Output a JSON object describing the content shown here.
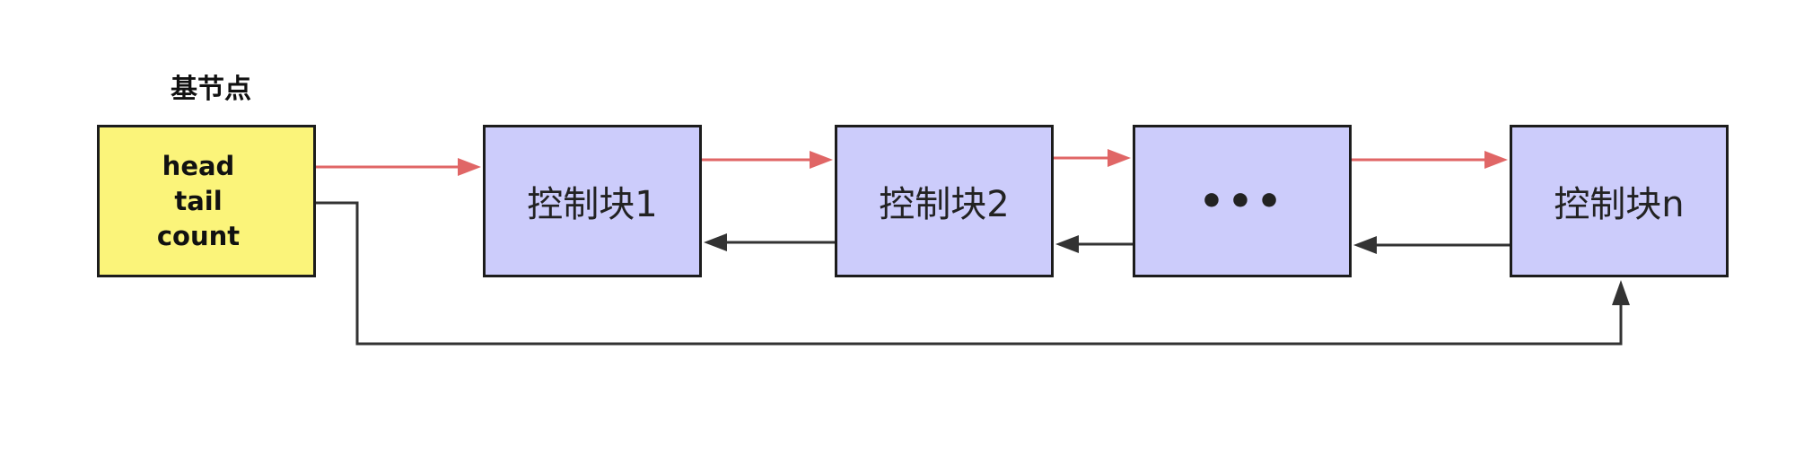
{
  "base_node": {
    "title": "基节点",
    "fields": {
      "head": "head",
      "tail": "tail",
      "count": "count"
    }
  },
  "blocks": [
    {
      "label": "控制块1"
    },
    {
      "label": "控制块2"
    },
    {
      "label": "•••"
    },
    {
      "label": "控制块n"
    }
  ],
  "colors": {
    "base_fill": "#fbf47a",
    "block_fill": "#ccccfb",
    "forward_arrow": "#e06666",
    "backward_arrow": "#333333",
    "border": "#1c1c1c"
  }
}
